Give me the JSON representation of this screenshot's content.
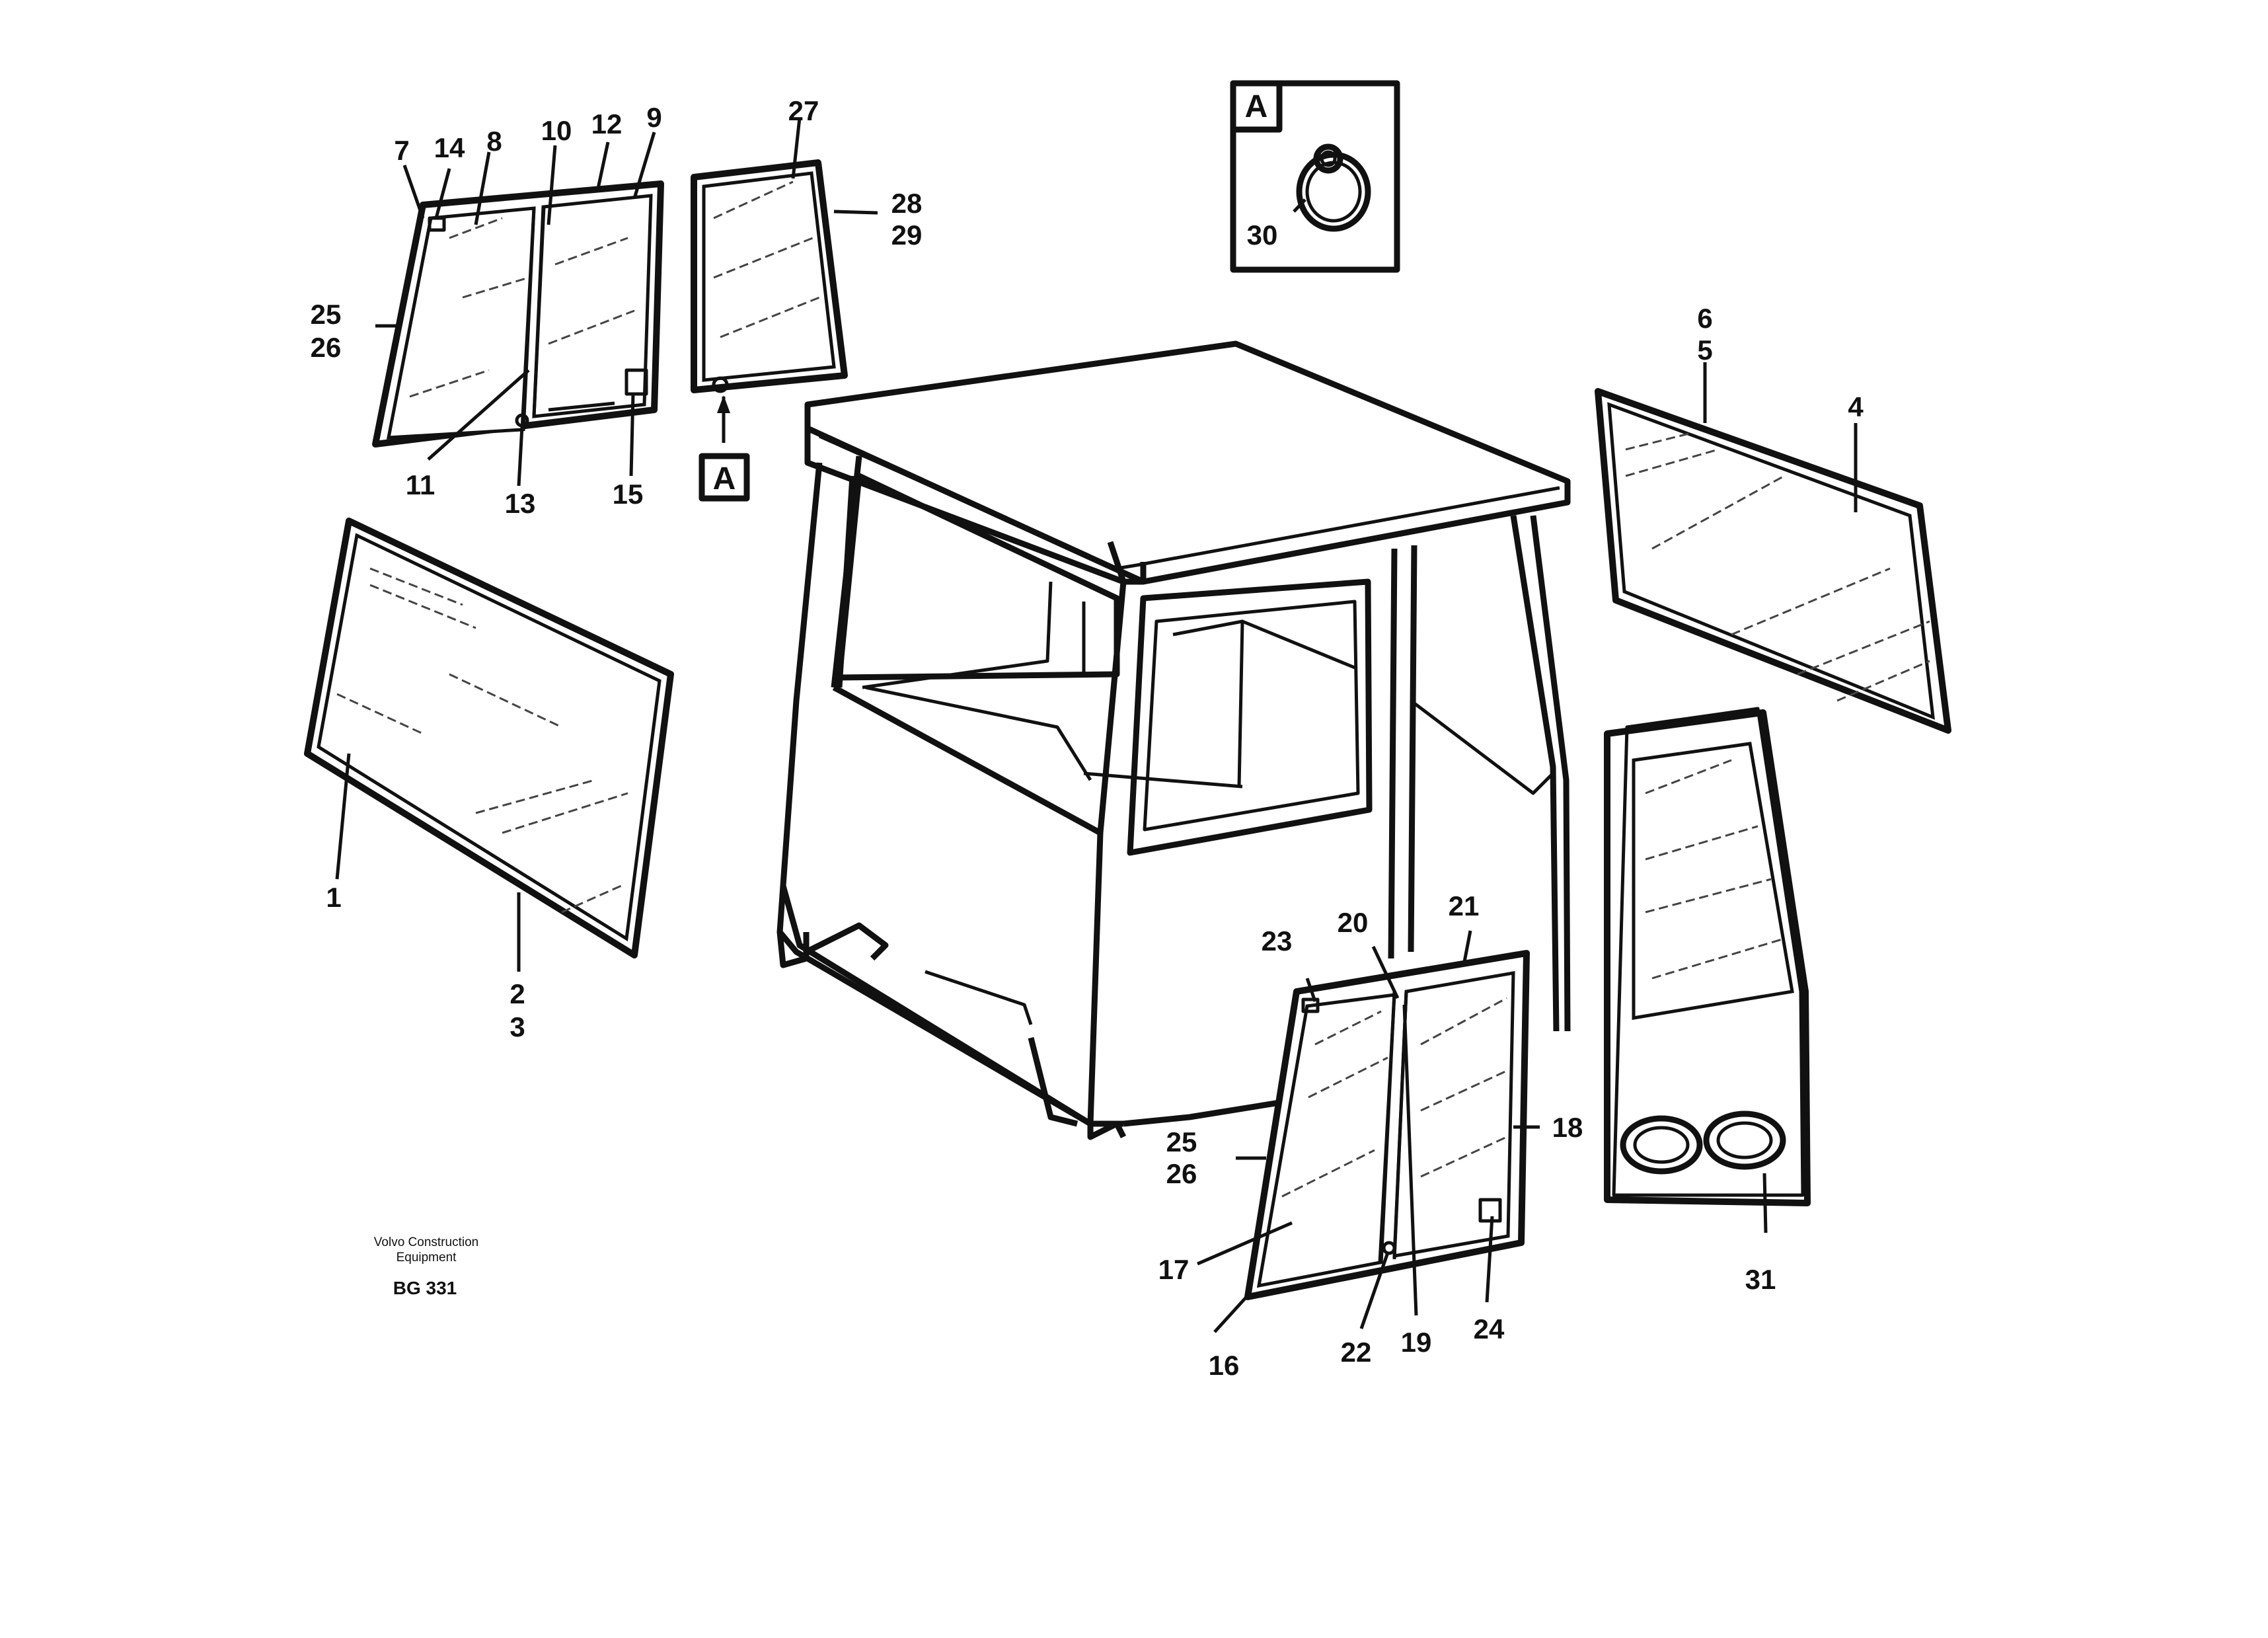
{
  "callouts": {
    "c1": "1",
    "c2": "2",
    "c3": "3",
    "c4": "4",
    "c5": "5",
    "c6": "6",
    "c7": "7",
    "c8": "8",
    "c9": "9",
    "c10": "10",
    "c11": "11",
    "c12": "12",
    "c13": "13",
    "c14": "14",
    "c15": "15",
    "c16": "16",
    "c17": "17",
    "c18": "18",
    "c19": "19",
    "c20": "20",
    "c21": "21",
    "c22": "22",
    "c23": "23",
    "c24": "24",
    "c25a": "25",
    "c26a": "26",
    "c25b": "25",
    "c26b": "26",
    "c27": "27",
    "c28": "28",
    "c29": "29",
    "c30": "30",
    "c31": "31"
  },
  "detail_ref": {
    "marker": "A",
    "inset_label": "A"
  },
  "footer": {
    "manufacturer_line1": "Volvo Construction",
    "manufacturer_line2": "Equipment",
    "drawing_code": "BG 331"
  }
}
